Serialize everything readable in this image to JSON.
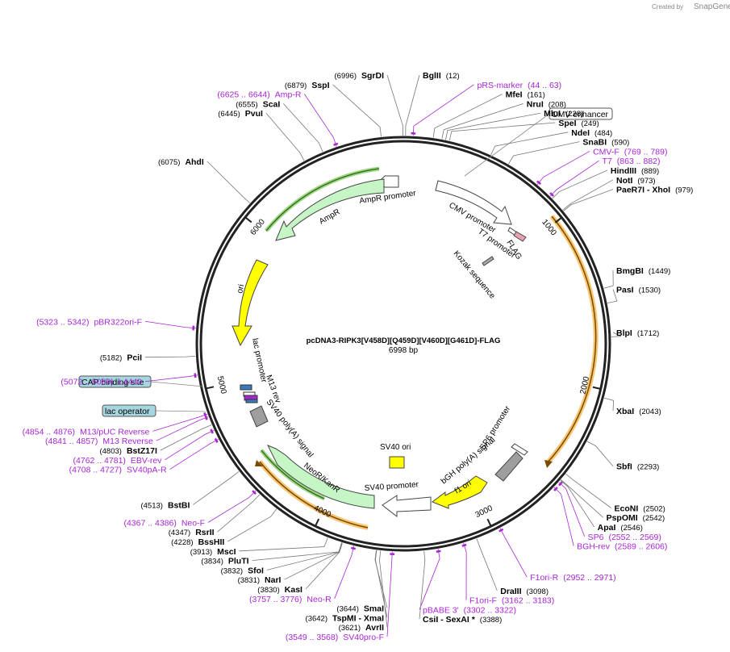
{
  "map": {
    "name": "pcDNA3-RIPK3[V458D][Q459D][V460D][G461D]-FLAG",
    "size_label": "6998 bp",
    "total_bp": 6998
  },
  "credit": {
    "created_by": "Created by",
    "brand": "SnapGene"
  },
  "ticks": [
    {
      "bp": 1000,
      "label": "1000"
    },
    {
      "bp": 2000,
      "label": "2000"
    },
    {
      "bp": 3000,
      "label": "3000"
    },
    {
      "bp": 4000,
      "label": "4000"
    },
    {
      "bp": 5000,
      "label": "5000"
    },
    {
      "bp": 6000,
      "label": "6000"
    }
  ],
  "enzymes": [
    {
      "name": "SgrDI",
      "pos": "(6996)",
      "bp": 6996,
      "side": "left"
    },
    {
      "name": "BglII",
      "pos": "(12)",
      "bp": 12,
      "side": "right"
    },
    {
      "name": "SspI",
      "pos": "(6879)",
      "bp": 6879,
      "side": "left"
    },
    {
      "name": "MfeI",
      "pos": "(161)",
      "bp": 161,
      "side": "right"
    },
    {
      "name": "NruI",
      "pos": "(208)",
      "bp": 208,
      "side": "right"
    },
    {
      "name": "MluI",
      "pos": "(228)",
      "bp": 228,
      "side": "right"
    },
    {
      "name": "ScaI",
      "pos": "(6555)",
      "bp": 6555,
      "side": "left"
    },
    {
      "name": "SpeI",
      "pos": "(249)",
      "bp": 249,
      "side": "right"
    },
    {
      "name": "PvuI",
      "pos": "(6445)",
      "bp": 6445,
      "side": "left"
    },
    {
      "name": "NdeI",
      "pos": "(484)",
      "bp": 484,
      "side": "right"
    },
    {
      "name": "SnaBI",
      "pos": "(590)",
      "bp": 590,
      "side": "right"
    },
    {
      "name": "AhdI",
      "pos": "(6075)",
      "bp": 6075,
      "side": "left"
    },
    {
      "name": "HindIII",
      "pos": "(889)",
      "bp": 889,
      "side": "right"
    },
    {
      "name": "NotI",
      "pos": "(973)",
      "bp": 973,
      "side": "right"
    },
    {
      "name": "PaeR7I - XhoI",
      "pos": "(979)",
      "bp": 979,
      "side": "right"
    },
    {
      "name": "BmgBI",
      "pos": "(1449)",
      "bp": 1449,
      "side": "right"
    },
    {
      "name": "PasI",
      "pos": "(1530)",
      "bp": 1530,
      "side": "right"
    },
    {
      "name": "BlpI",
      "pos": "(1712)",
      "bp": 1712,
      "side": "right"
    },
    {
      "name": "PciI",
      "pos": "(5182)",
      "bp": 5182,
      "side": "left"
    },
    {
      "name": "XbaI",
      "pos": "(2043)",
      "bp": 2043,
      "side": "right"
    },
    {
      "name": "BstZ17I",
      "pos": "(4803)",
      "bp": 4803,
      "side": "left"
    },
    {
      "name": "SbfI",
      "pos": "(2293)",
      "bp": 2293,
      "side": "right"
    },
    {
      "name": "BstBI",
      "pos": "(4513)",
      "bp": 4513,
      "side": "left"
    },
    {
      "name": "EcoNI",
      "pos": "(2502)",
      "bp": 2502,
      "side": "right"
    },
    {
      "name": "PspOMI",
      "pos": "(2542)",
      "bp": 2542,
      "side": "right"
    },
    {
      "name": "ApaI",
      "pos": "(2546)",
      "bp": 2546,
      "side": "right"
    },
    {
      "name": "RsrII",
      "pos": "(4347)",
      "bp": 4347,
      "side": "left"
    },
    {
      "name": "BssHII",
      "pos": "(4228)",
      "bp": 4228,
      "side": "left"
    },
    {
      "name": "MscI",
      "pos": "(3913)",
      "bp": 3913,
      "side": "left"
    },
    {
      "name": "PluTI",
      "pos": "(3834)",
      "bp": 3834,
      "side": "left"
    },
    {
      "name": "SfoI",
      "pos": "(3832)",
      "bp": 3832,
      "side": "left"
    },
    {
      "name": "NarI",
      "pos": "(3831)",
      "bp": 3831,
      "side": "left"
    },
    {
      "name": "KasI",
      "pos": "(3830)",
      "bp": 3830,
      "side": "left"
    },
    {
      "name": "DraIII",
      "pos": "(3098)",
      "bp": 3098,
      "side": "right"
    },
    {
      "name": "SmaI",
      "pos": "(3644)",
      "bp": 3644,
      "side": "left"
    },
    {
      "name": "TspMI - XmaI",
      "pos": "(3642)",
      "bp": 3642,
      "side": "left"
    },
    {
      "name": "AvrII",
      "pos": "(3621)",
      "bp": 3621,
      "side": "left"
    },
    {
      "name": "CsiI - SexAI *",
      "pos": "(3388)",
      "bp": 3388,
      "side": "right"
    }
  ],
  "primers": [
    {
      "name": "pRS-marker",
      "pos": "(44 .. 63)",
      "bp": 53,
      "side": "right"
    },
    {
      "name": "Amp-R",
      "pos": "(6625 .. 6644)",
      "bp": 6634,
      "side": "left"
    },
    {
      "name": "CMV-F",
      "pos": "(769 .. 789)",
      "bp": 779,
      "side": "right"
    },
    {
      "name": "T7",
      "pos": "(863 .. 882)",
      "bp": 872,
      "side": "right"
    },
    {
      "name": "pBR322ori-F",
      "pos": "(5323 .. 5342)",
      "bp": 5332,
      "side": "left"
    },
    {
      "name": "L4440",
      "pos": "(5072 .. 5089)",
      "bp": 5080,
      "side": "left"
    },
    {
      "name": "M13/pUC Reverse",
      "pos": "(4854 .. 4876)",
      "bp": 4865,
      "side": "left"
    },
    {
      "name": "M13 Reverse",
      "pos": "(4841 .. 4857)",
      "bp": 4849,
      "side": "left"
    },
    {
      "name": "EBV-rev",
      "pos": "(4762 .. 4781)",
      "bp": 4771,
      "side": "left"
    },
    {
      "name": "SV40pA-R",
      "pos": "(4708 .. 4727)",
      "bp": 4717,
      "side": "left"
    },
    {
      "name": "Neo-F",
      "pos": "(4367 .. 4386)",
      "bp": 4376,
      "side": "left"
    },
    {
      "name": "SP6",
      "pos": "(2552 .. 2569)",
      "bp": 2560,
      "side": "right"
    },
    {
      "name": "BGH-rev",
      "pos": "(2589 .. 2606)",
      "bp": 2597,
      "side": "right"
    },
    {
      "name": "F1ori-R",
      "pos": "(2952 .. 2971)",
      "bp": 2961,
      "side": "right"
    },
    {
      "name": "Neo-R",
      "pos": "(3757 .. 3776)",
      "bp": 3766,
      "side": "left"
    },
    {
      "name": "F1ori-F",
      "pos": "(3162 .. 3183)",
      "bp": 3172,
      "side": "right"
    },
    {
      "name": "pBABE 3'",
      "pos": "(3302 .. 3322)",
      "bp": 3312,
      "side": "right"
    },
    {
      "name": "SV40pro-F",
      "pos": "(3549 .. 3568)",
      "bp": 3558,
      "side": "left"
    }
  ],
  "boxed_features": [
    {
      "name": "CMV enhancer"
    },
    {
      "name": "CAP binding site"
    },
    {
      "name": "lac operator"
    }
  ],
  "features": [
    {
      "name": "AmpR promoter"
    },
    {
      "name": "AmpR"
    },
    {
      "name": "ori"
    },
    {
      "name": "CMV promoter"
    },
    {
      "name": "T7 promoter"
    },
    {
      "name": "FLAG"
    },
    {
      "name": "Kozak sequence"
    },
    {
      "name": "lac promoter"
    },
    {
      "name": "M13 rev"
    },
    {
      "name": "SV40 poly(A) signal"
    },
    {
      "name": "NeoR/KanR"
    },
    {
      "name": "SV40 promoter"
    },
    {
      "name": "SV40 ori"
    },
    {
      "name": "SP6 promoter"
    },
    {
      "name": "bGH poly(A) signal"
    },
    {
      "name": "f1 ori"
    }
  ],
  "colors": {
    "backbone": "#222222",
    "primer": "#a825d4",
    "amp": "#c6f5c6",
    "ori": "#ffff00",
    "orf_highlight": "#f5b342",
    "boxed_fill": "#a6d6e0",
    "grey_feature": "#9e9e9e"
  }
}
